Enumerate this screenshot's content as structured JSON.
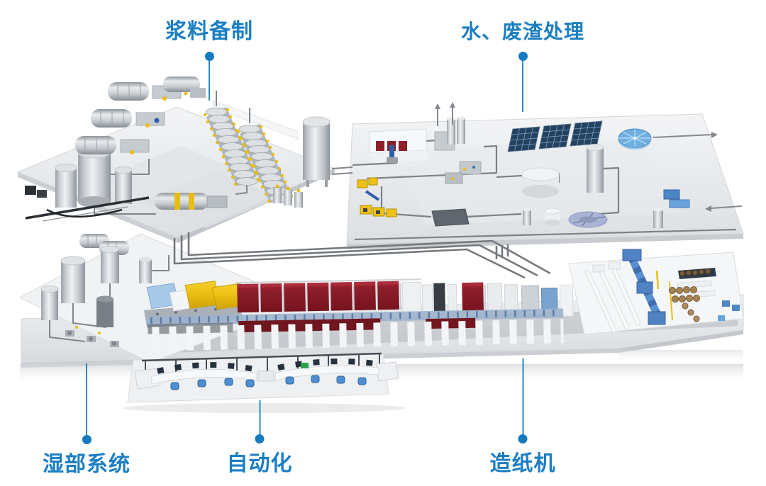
{
  "figure": {
    "kind": "isometric paper mill process overview diagram",
    "background_color": "#ffffff",
    "accent_color": "#1b7ec3",
    "leader_line_color": "#2b88c5",
    "dot_color": "#157abf",
    "callouts": [
      {
        "id": "pulp-preparation",
        "label": "浆料备制",
        "position": "top-left"
      },
      {
        "id": "water-waste-treatment",
        "label": "水、废渣处理",
        "position": "top-right"
      },
      {
        "id": "wet-end-system",
        "label": "湿部系统",
        "position": "bottom-left"
      },
      {
        "id": "automation",
        "label": "自动化",
        "position": "bottom-center"
      },
      {
        "id": "paper-machine",
        "label": "造纸机",
        "position": "bottom-right"
      }
    ]
  }
}
